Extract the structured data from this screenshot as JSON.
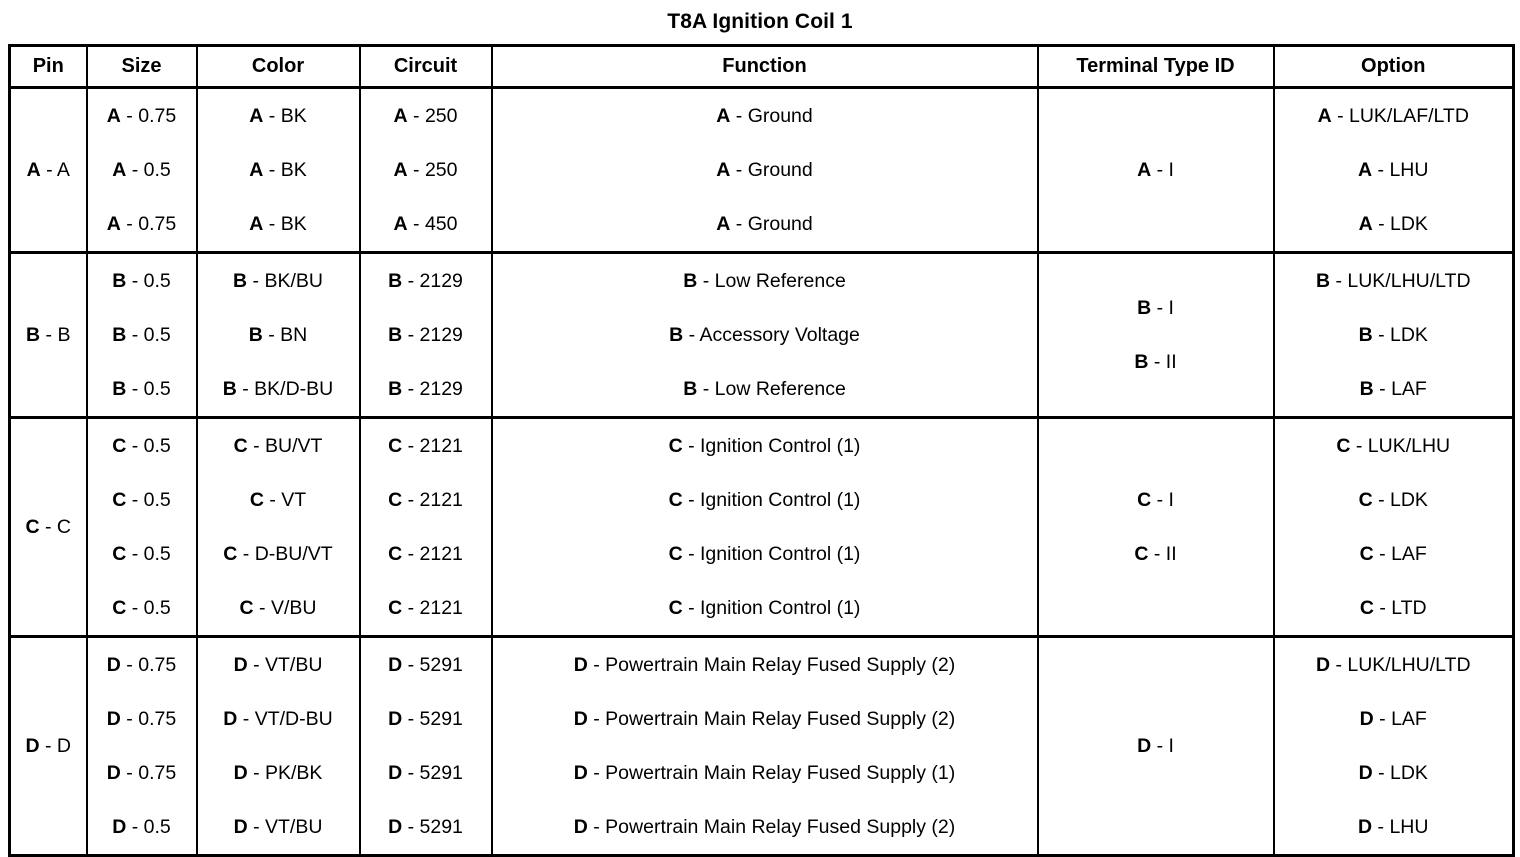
{
  "title": "T8A Ignition Coil 1",
  "table": {
    "headers": [
      "Pin",
      "Size",
      "Color",
      "Circuit",
      "Function",
      "Terminal Type ID",
      "Option"
    ],
    "sections": [
      {
        "id": "A",
        "pin": "A - A",
        "terminal_type": [
          "A - I"
        ],
        "rows": [
          {
            "size": "A - 0.75",
            "color": "A - BK",
            "circuit": "A - 250",
            "function": "A - Ground",
            "option": "A - LUK/LAF/LTD"
          },
          {
            "size": "A - 0.5",
            "color": "A - BK",
            "circuit": "A - 250",
            "function": "A - Ground",
            "option": "A - LHU"
          },
          {
            "size": "A - 0.75",
            "color": "A - BK",
            "circuit": "A - 450",
            "function": "A - Ground",
            "option": "A - LDK"
          }
        ]
      },
      {
        "id": "B",
        "pin": "B - B",
        "terminal_type": [
          "B - I",
          "B - II"
        ],
        "rows": [
          {
            "size": "B - 0.5",
            "color": "B - BK/BU",
            "circuit": "B - 2129",
            "function": "B - Low Reference",
            "option": "B - LUK/LHU/LTD"
          },
          {
            "size": "B - 0.5",
            "color": "B - BN",
            "circuit": "B - 2129",
            "function": "B - Accessory Voltage",
            "option": "B - LDK"
          },
          {
            "size": "B - 0.5",
            "color": "B - BK/D-BU",
            "circuit": "B - 2129",
            "function": "B - Low Reference",
            "option": "B - LAF"
          }
        ]
      },
      {
        "id": "C",
        "pin": "C - C",
        "terminal_type": [
          "C - I",
          "C - II"
        ],
        "rows": [
          {
            "size": "C - 0.5",
            "color": "C - BU/VT",
            "circuit": "C - 2121",
            "function": "C - Ignition Control (1)",
            "option": "C - LUK/LHU"
          },
          {
            "size": "C - 0.5",
            "color": "C - VT",
            "circuit": "C - 2121",
            "function": "C - Ignition Control (1)",
            "option": "C - LDK"
          },
          {
            "size": "C - 0.5",
            "color": "C - D-BU/VT",
            "circuit": "C - 2121",
            "function": "C - Ignition Control (1)",
            "option": "C - LAF"
          },
          {
            "size": "C - 0.5",
            "color": "C - V/BU",
            "circuit": "C - 2121",
            "function": "C - Ignition Control (1)",
            "option": "C - LTD"
          }
        ]
      },
      {
        "id": "D",
        "pin": "D - D",
        "terminal_type": [
          "D - I"
        ],
        "rows": [
          {
            "size": "D - 0.75",
            "color": "D - VT/BU",
            "circuit": "D - 5291",
            "function": "D - Powertrain Main Relay Fused Supply (2)",
            "option": "D - LUK/LHU/LTD"
          },
          {
            "size": "D - 0.75",
            "color": "D - VT/D-BU",
            "circuit": "D - 5291",
            "function": "D - Powertrain Main Relay Fused Supply (2)",
            "option": "D - LAF"
          },
          {
            "size": "D - 0.75",
            "color": "D - PK/BK",
            "circuit": "D - 5291",
            "function": "D - Powertrain Main Relay Fused Supply (1)",
            "option": "D - LDK"
          },
          {
            "size": "D - 0.5",
            "color": "D - VT/BU",
            "circuit": "D - 5291",
            "function": "D - Powertrain Main Relay Fused Supply (2)",
            "option": "D - LHU"
          }
        ]
      }
    ]
  }
}
